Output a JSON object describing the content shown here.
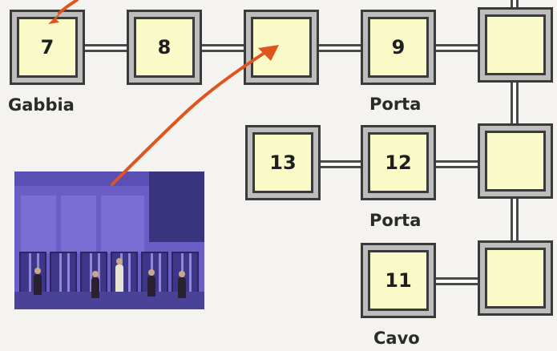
{
  "rooms": {
    "r7": "7",
    "r8": "8",
    "r9": "9",
    "r13": "13",
    "r12": "12",
    "r11": "11",
    "blank": ""
  },
  "labels": {
    "gabbia": "Gabbia",
    "porta_top": "Porta",
    "porta_mid": "Porta",
    "cavo": "Cavo"
  },
  "colors": {
    "room_fill": "#fafac8",
    "room_frame": "#bdbdbd",
    "outline": "#3a3a3a",
    "arrow": "#e0541e",
    "thumbnail": "#6a5dc6"
  }
}
